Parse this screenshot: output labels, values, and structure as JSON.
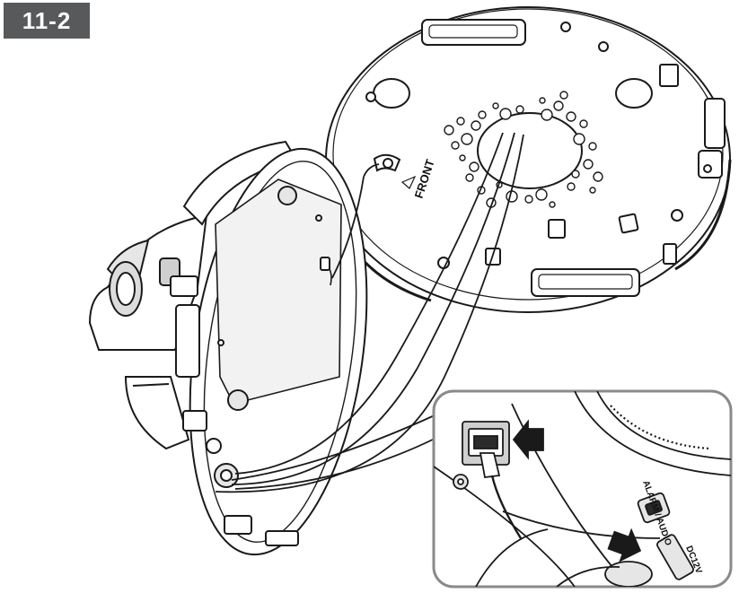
{
  "step": {
    "label": "11-2"
  },
  "labels": {
    "front": "FRONT",
    "alarm_audio": "ALARM / AUDIO",
    "dc12v": "DC12V"
  },
  "colors": {
    "badge_bg": "#58595b",
    "line": "#1a1a1a",
    "fill": "#ffffff",
    "shade": "#e6e6e6"
  }
}
